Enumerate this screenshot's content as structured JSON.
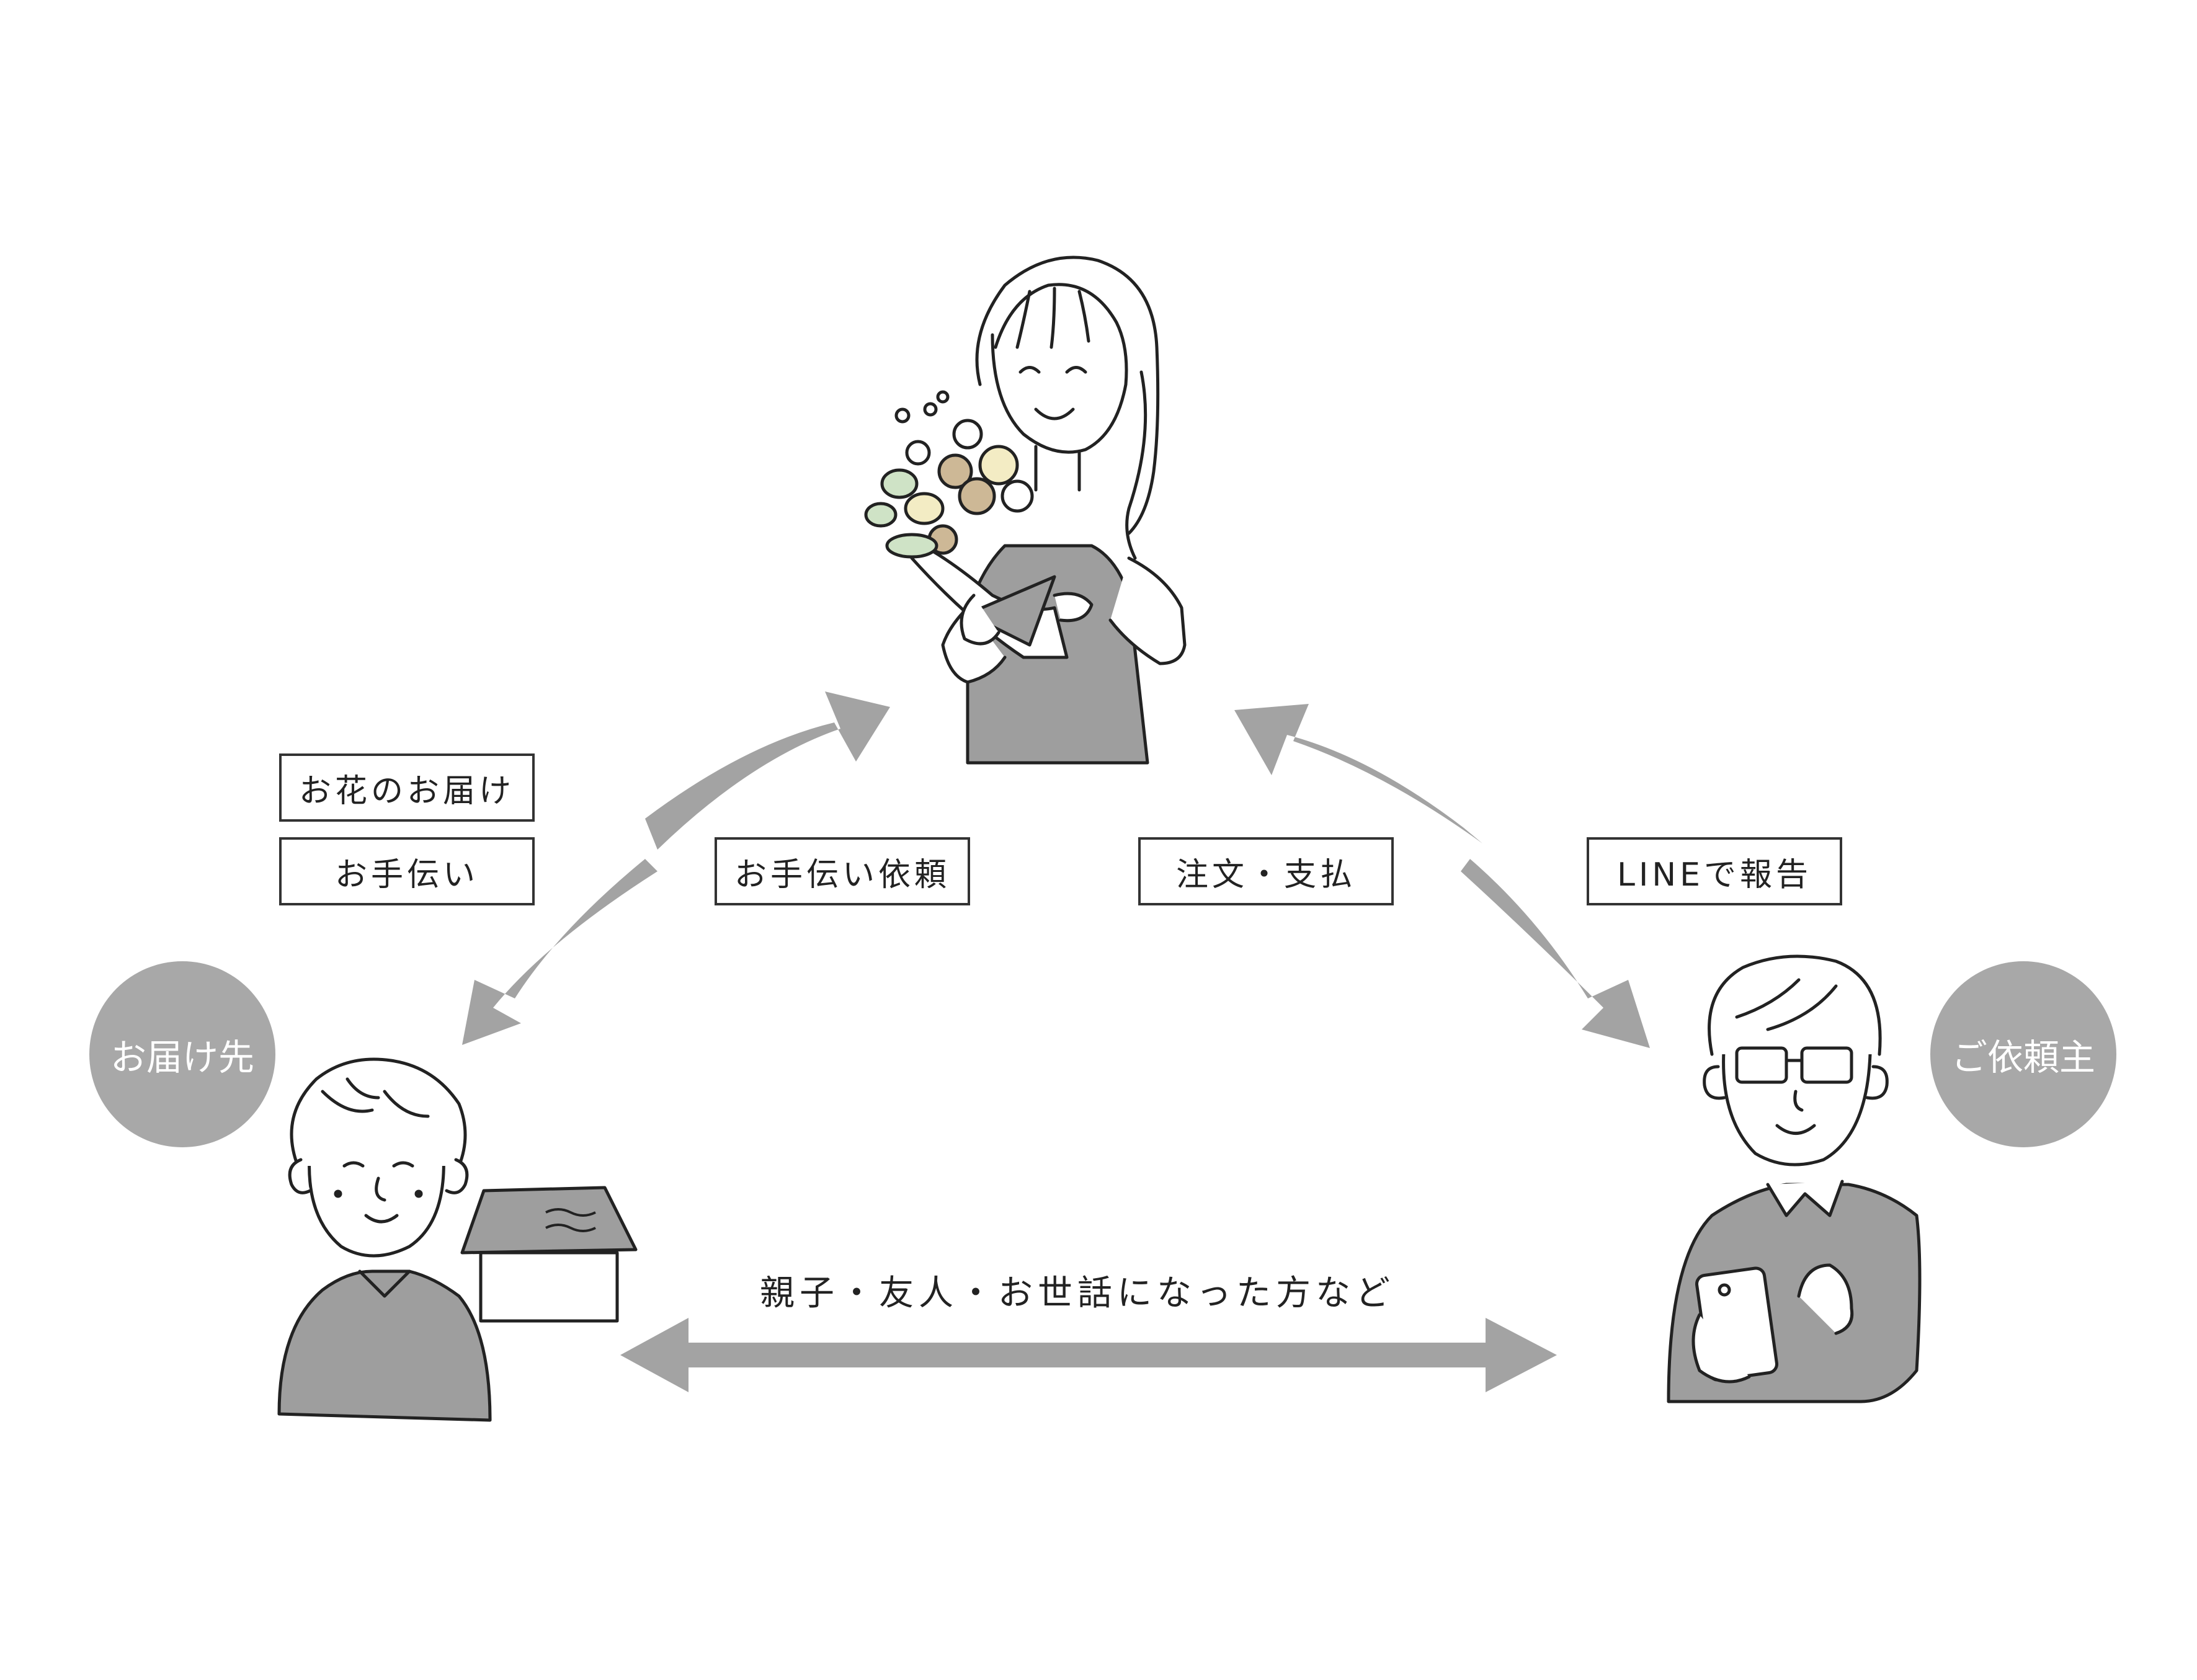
{
  "colors": {
    "arrow": "#a3a3a3",
    "figure_fill": "#9e9e9e",
    "outline": "#222222",
    "circle": "#a8a8a8",
    "leaf_green": "#cfe3c6",
    "flower_tan": "#cdb896",
    "flower_cream": "#f3ecc4"
  },
  "roles": {
    "recipient": "お届け先",
    "requester": "ご依頼主"
  },
  "labels": {
    "flower_delivery": "お花のお届け",
    "help": "お手伝い",
    "help_request": "お手伝い依頼",
    "order_payment": "注文・支払",
    "line_report": "LINEで報告"
  },
  "relation_text": "親子・友人・お世話になった方など",
  "icons": {
    "florist": "florist-with-bouquet-icon",
    "recipient": "elderly-woman-icon",
    "house": "house-icon",
    "requester": "man-with-smartphone-icon"
  }
}
